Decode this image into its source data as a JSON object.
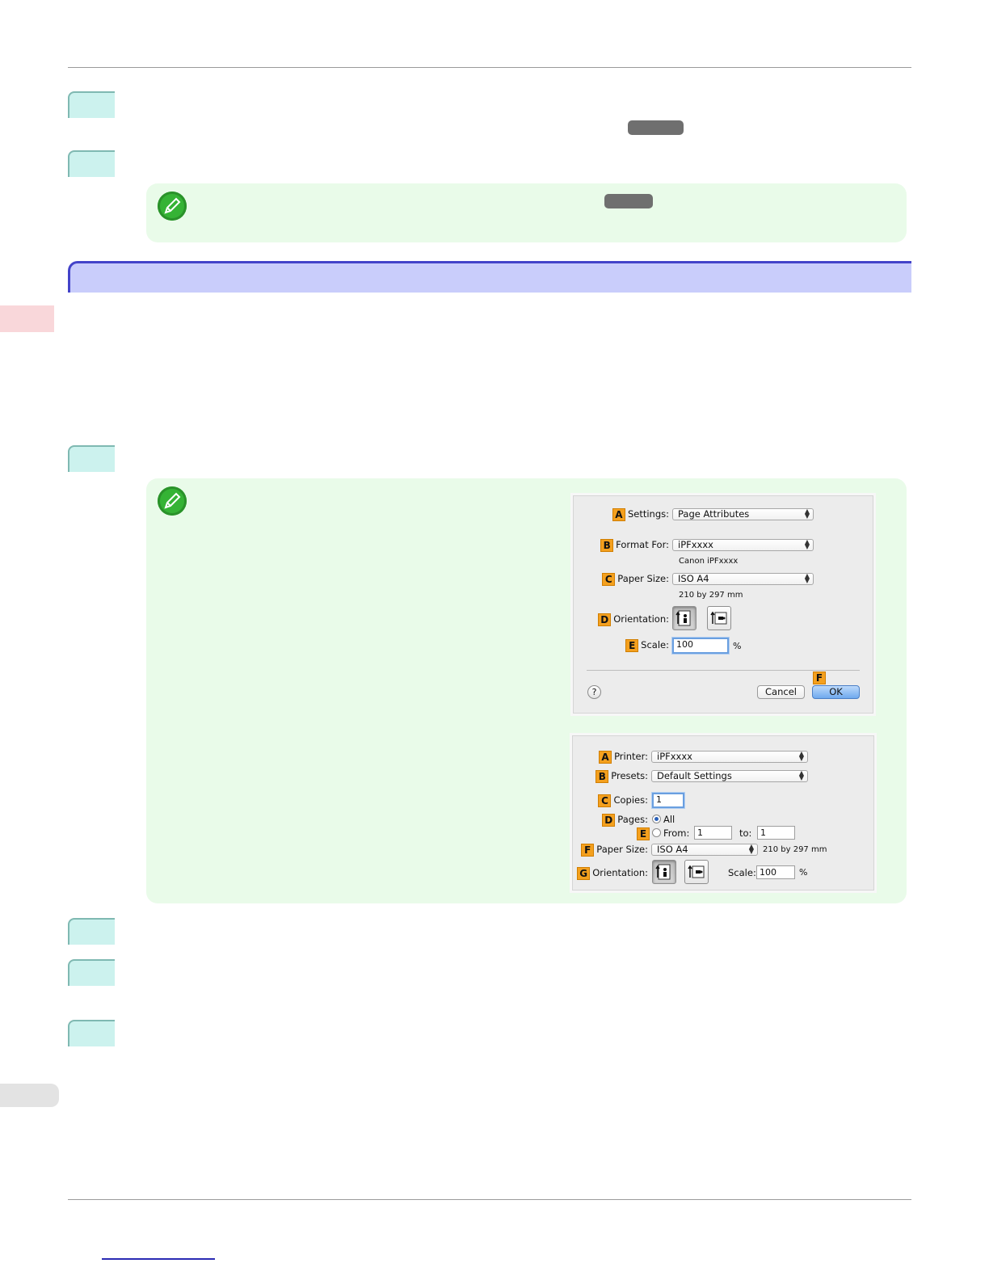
{
  "page_setup_dialog": {
    "settings": {
      "badge": "A",
      "label": "Settings:",
      "value": "Page Attributes"
    },
    "format_for": {
      "badge": "B",
      "label": "Format For:",
      "value": "iPFxxxx",
      "sub": "Canon iPFxxxx"
    },
    "paper_size": {
      "badge": "C",
      "label": "Paper Size:",
      "value": "ISO A4",
      "sub": "210 by 297 mm"
    },
    "orientation": {
      "badge": "D",
      "label": "Orientation:"
    },
    "scale": {
      "badge": "E",
      "label": "Scale:",
      "value": "100",
      "unit": "%"
    },
    "ok_badge": "F",
    "help_label": "?",
    "cancel_label": "Cancel",
    "ok_label": "OK"
  },
  "print_dialog": {
    "printer": {
      "badge": "A",
      "label": "Printer:",
      "value": "iPFxxxx"
    },
    "presets": {
      "badge": "B",
      "label": "Presets:",
      "value": "Default Settings"
    },
    "copies": {
      "badge": "C",
      "label": "Copies:",
      "value": "1"
    },
    "pages": {
      "badge": "D",
      "label": "Pages:",
      "all_label": "All"
    },
    "range": {
      "badge": "E",
      "from_label": "From:",
      "from_value": "1",
      "to_label": "to:",
      "to_value": "1"
    },
    "paper_size": {
      "badge": "F",
      "label": "Paper Size:",
      "value": "ISO A4",
      "sub": "210 by 297 mm"
    },
    "orientation": {
      "badge": "G",
      "label": "Orientation:"
    },
    "scale": {
      "label": "Scale:",
      "value": "100",
      "unit": "%"
    }
  }
}
